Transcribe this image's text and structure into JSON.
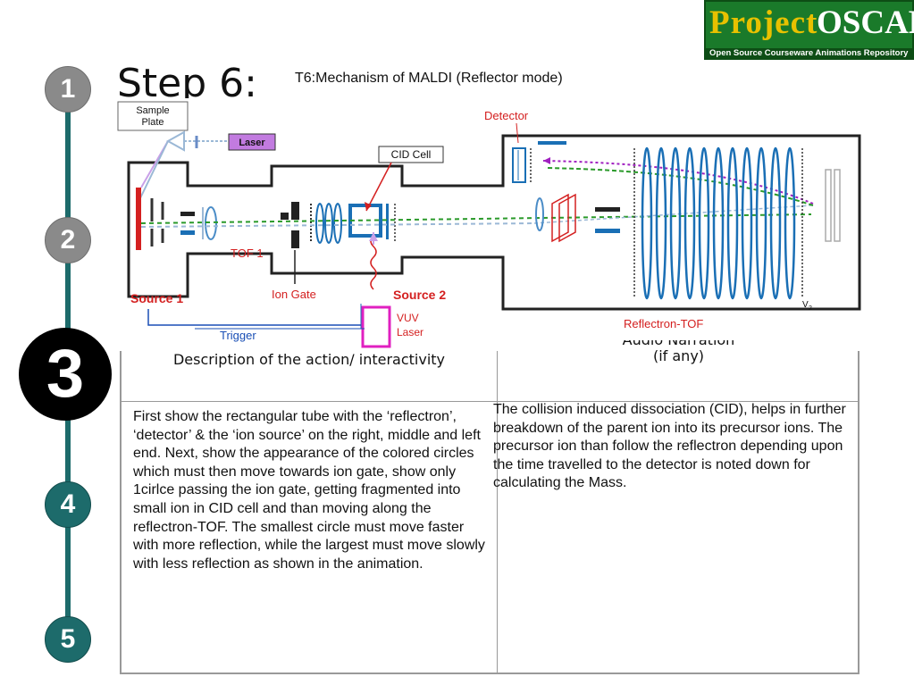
{
  "logo": {
    "word1": "Project",
    "word2": "OSCAR",
    "tagline": "Open Source Courseware Animations Repository"
  },
  "steps": [
    "1",
    "2",
    "3",
    "4",
    "5"
  ],
  "title": "Step 6:",
  "subtitle": "T6:Mechanism of MALDI (Reflector mode)",
  "diagram_labels": {
    "sample_plate": "Sample Plate",
    "laser": "Laser",
    "detector": "Detector",
    "cid_cell": "CID Cell",
    "tof1": "TOF 1",
    "source1": "Source 1",
    "ion_gate": "Ion Gate",
    "source2": "Source 2",
    "vuv_laser": "VUV Laser",
    "trigger": "Trigger",
    "reflectron_tof": "Reflectron-TOF",
    "v2": "V2"
  },
  "table": {
    "header_left": "Description of the action/ interactivity",
    "header_right_cut": "Audio Narration",
    "header_right": "(if any)",
    "cell_left": "First show the rectangular tube with the ‘reflectron’, ‘detector’ & the ‘ion source’ on the right, middle and left end. Next, show the appearance of the colored circles which must then move towards ion gate, show only 1cirlce passing the ion gate, getting fragmented into small ion in CID cell and than moving along the reflectron-TOF. The smallest circle must move faster with more reflection, while the largest must move slowly with less reflection as shown in the animation.",
    "cell_right": "The collision induced dissociation (CID), helps in further breakdown of the parent ion into its precursor ions. The precursor ion than follow the reflectron depending upon the time travelled to the detector is noted down for calculating the Mass."
  }
}
